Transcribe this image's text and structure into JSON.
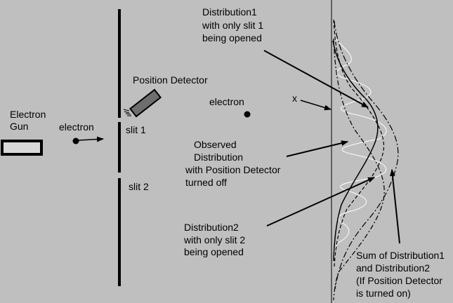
{
  "labels": {
    "electron_gun_line1": "Electron",
    "electron_gun_line2": "Gun",
    "electron_left": "electron",
    "electron_mid": "electron",
    "slit1": "slit 1",
    "slit2": "slit 2",
    "position_detector": "Position Detector",
    "x_marker": "x",
    "dist1_line1": "Distribution1",
    "dist1_line2": "with only slit 1",
    "dist1_line3": "being opened",
    "observed_line1": "Observed",
    "observed_line2": "Distribution",
    "observed_line3": "with Position Detector",
    "observed_line4": "turned off",
    "dist2_line1": "Distribution2",
    "dist2_line2": "with only slit 2",
    "dist2_line3": "being opened",
    "sum_line1": "Sum of Distribution1",
    "sum_line2": "and Distribution2",
    "sum_line3": "(If Position Detector",
    "sum_line4": "is turned on)"
  },
  "colors": {
    "background": "#bfbfbf",
    "ink": "#000000",
    "interference": "#ffffff",
    "detector_body": "#6e6e6e"
  }
}
